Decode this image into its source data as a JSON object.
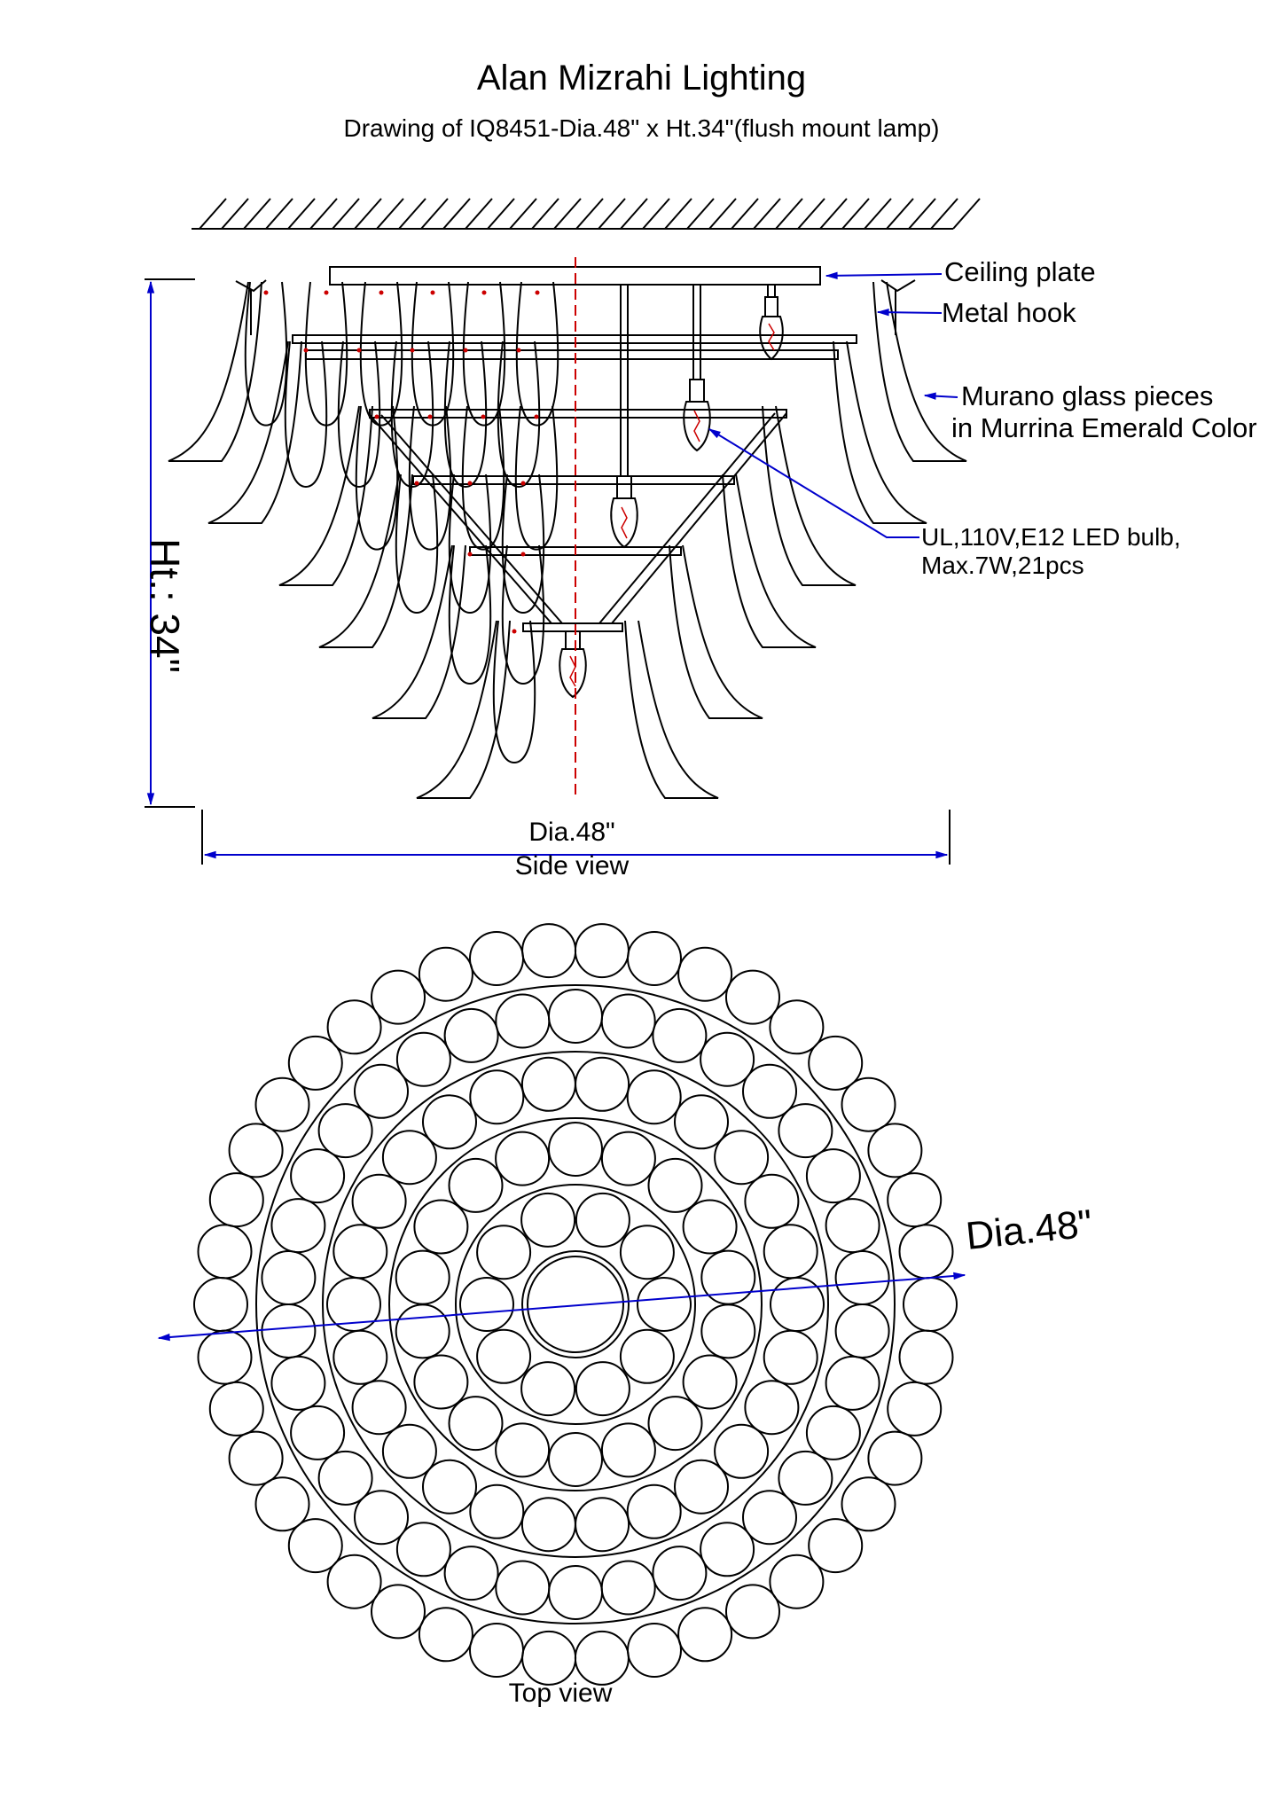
{
  "header": {
    "title": "Alan Mizrahi Lighting",
    "subtitle": "Drawing of IQ8451-Dia.48\" x Ht.34\"(flush mount lamp)"
  },
  "side_view": {
    "label": "Side view",
    "width_dimension": "Dia.48\"",
    "height_dimension": "Ht.: 34\"",
    "callouts": {
      "ceiling_plate": "Ceiling plate",
      "metal_hook": "Metal hook",
      "murano_line1": "Murano glass pieces",
      "murano_line2": "in Murrina Emerald Color",
      "bulb_line1": "UL,110V,E12 LED bulb,",
      "bulb_line2": "Max.7W,21pcs"
    }
  },
  "top_view": {
    "label": "Top view",
    "diameter_dimension": "Dia.48\""
  },
  "colors": {
    "line": "#000000",
    "dimension_arrow": "#0000cc",
    "centerline": "#cc0000"
  }
}
